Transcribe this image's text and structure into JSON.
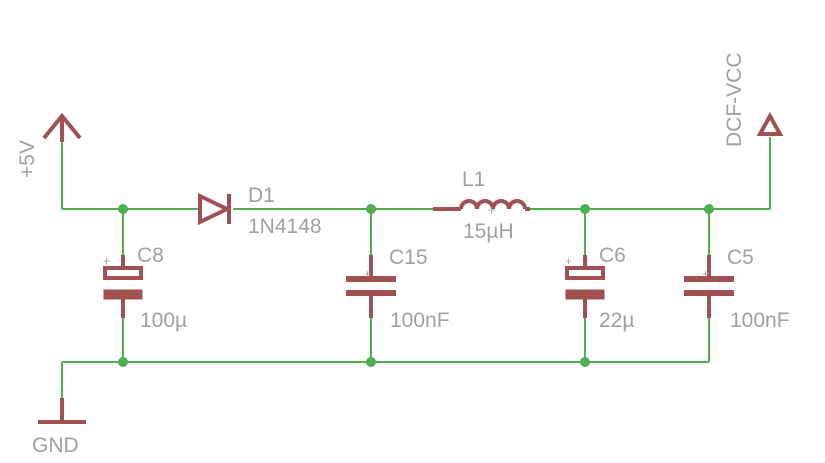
{
  "supply": {
    "label": "+5V"
  },
  "output": {
    "label": "DCF-VCC"
  },
  "ground": {
    "label": "GND"
  },
  "components": {
    "d1": {
      "name": "D1",
      "value": "1N4148"
    },
    "c8": {
      "name": "C8",
      "value": "100µ"
    },
    "c15": {
      "name": "C15",
      "value": "100nF"
    },
    "l1": {
      "name": "L1",
      "value": "15µH"
    },
    "c6": {
      "name": "C6",
      "value": "22µ"
    },
    "c5": {
      "name": "C5",
      "value": "100nF"
    }
  },
  "polarity_mark": "+",
  "colors": {
    "wire": "#4caf50",
    "symbol": "#a05050",
    "text": "#a0a0a0"
  }
}
